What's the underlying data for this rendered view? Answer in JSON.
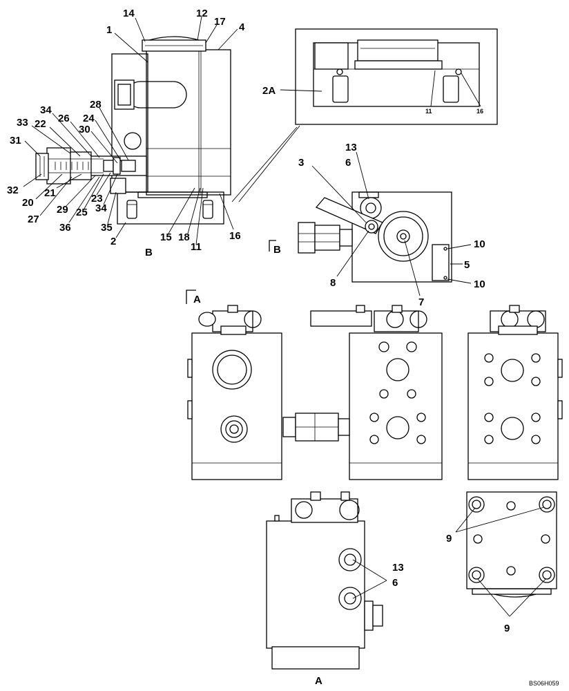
{
  "drawing_code": "BS06H059",
  "view_labels": {
    "b_main": "B",
    "b_section": "B",
    "a_section": "A",
    "a_bottom": "A"
  },
  "detail_labels": {
    "ref": "2A",
    "p11": "11",
    "p16": "16"
  },
  "left_labels": {
    "p14": "14",
    "p12": "12",
    "p17": "17",
    "p4": "4",
    "p1": "1",
    "p34a": "34",
    "p26": "26",
    "p28": "28",
    "p33": "33",
    "p22": "22",
    "p24": "24",
    "p30": "30",
    "p31": "31",
    "p32": "32",
    "p20": "20",
    "p21": "21",
    "p27": "27",
    "p29": "29",
    "p25": "25",
    "p23": "23",
    "p34b": "34",
    "p36": "36",
    "p35": "35",
    "p2": "2",
    "p15": "15",
    "p18": "18",
    "p11": "11",
    "p16": "16"
  },
  "b_view_labels": {
    "p13": "13",
    "p6": "6",
    "p3": "3",
    "p10a": "10",
    "p5": "5",
    "p10b": "10",
    "p8": "8",
    "p7": "7"
  },
  "bottom_labels": {
    "p13": "13",
    "p6": "6",
    "p9a": "9",
    "p9b": "9"
  }
}
